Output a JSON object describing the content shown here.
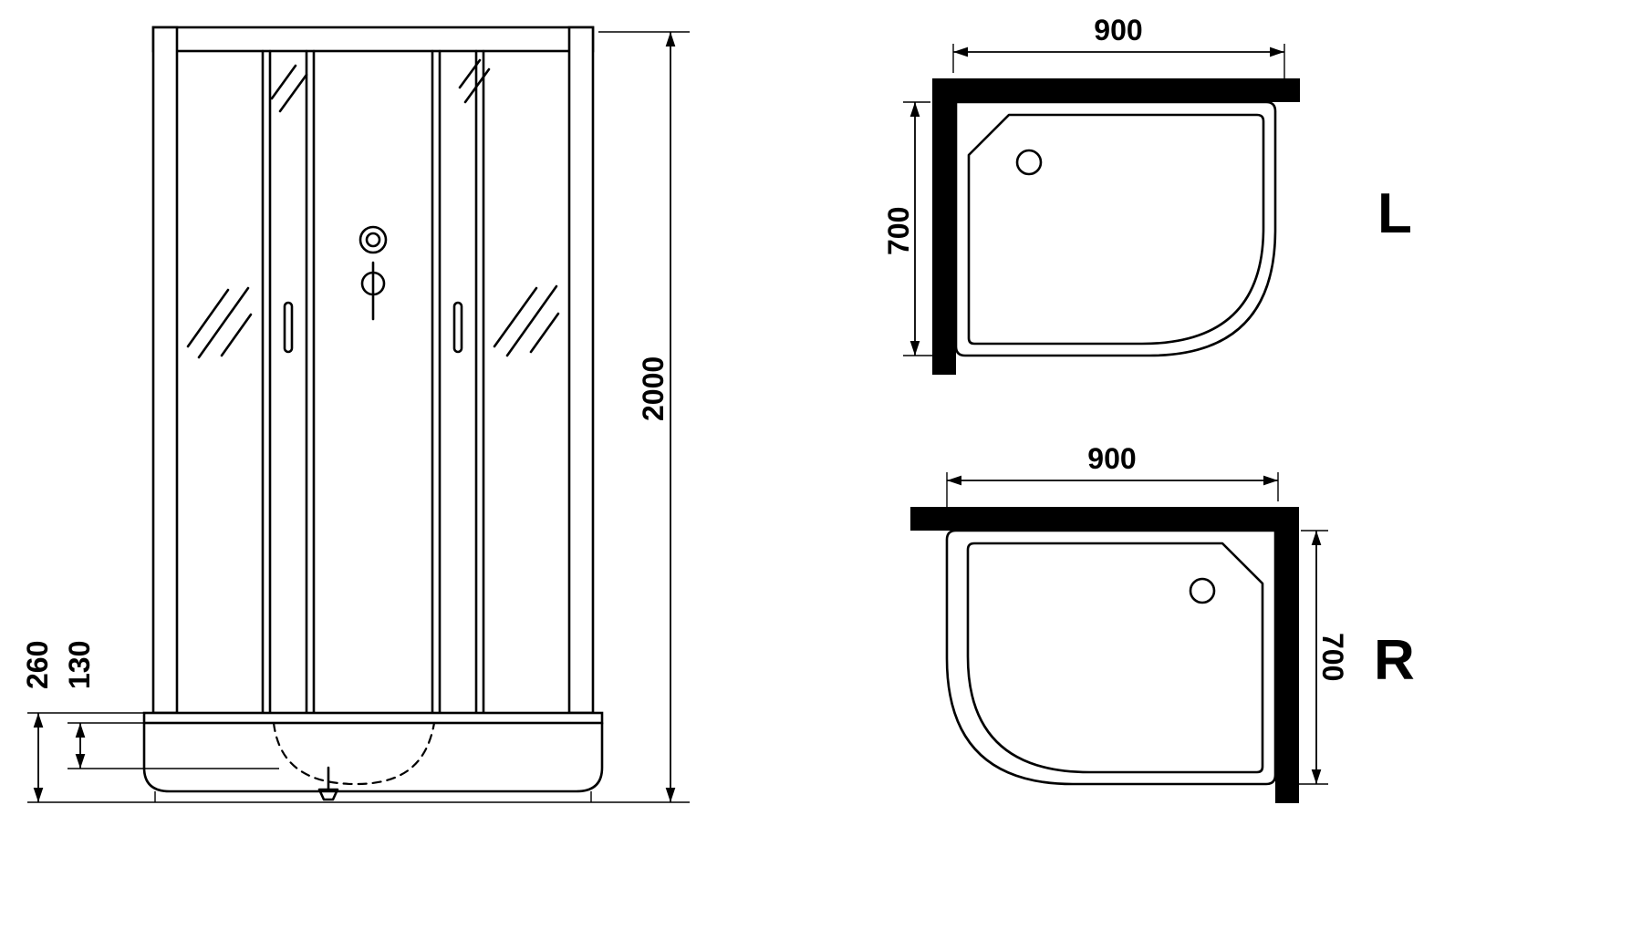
{
  "drawing": {
    "background_color": "#ffffff",
    "line_color": "#000000"
  },
  "front_elevation": {
    "dim_total_height": "2000",
    "dim_base_height": "260",
    "dim_base_step": "130"
  },
  "plan_left": {
    "label": "L",
    "dim_width": "900",
    "dim_depth": "700"
  },
  "plan_right": {
    "label": "R",
    "dim_width": "900",
    "dim_depth": "700"
  }
}
